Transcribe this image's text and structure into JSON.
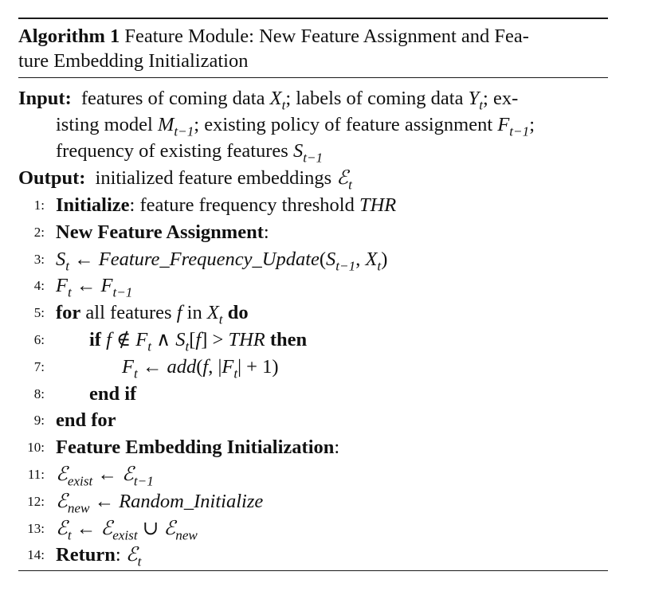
{
  "algorithm": {
    "label": "Algorithm 1",
    "title_line1": "Feature Module: New Feature Assignment and Fea-",
    "title_line2": "ture Embedding Initialization"
  },
  "input": {
    "label": "Input:",
    "line1": "features of coming data X_t; labels of coming data Y_t; ex-",
    "line2": "isting model M_{t−1}; existing policy of feature assignment F_{t−1};",
    "line3": "frequency of existing features S_{t−1}"
  },
  "output": {
    "label": "Output:",
    "text": "initialized feature embeddings ℰ_t"
  },
  "steps": [
    {
      "num": "1:",
      "text": "Initialize: feature frequency threshold THR"
    },
    {
      "num": "2:",
      "text": "New Feature Assignment:"
    },
    {
      "num": "3:",
      "text": "S_t ← Feature_Frequency_Update(S_{t−1}, X_t)"
    },
    {
      "num": "4:",
      "text": "F_t ← F_{t−1}"
    },
    {
      "num": "5:",
      "text": "for all features f in X_t do"
    },
    {
      "num": "6:",
      "text": "if f ∉ F_t ∧ S_t[f] > THR then"
    },
    {
      "num": "7:",
      "text": "F_t ← add(f, |F_t| + 1)"
    },
    {
      "num": "8:",
      "text": "end if"
    },
    {
      "num": "9:",
      "text": "end for"
    },
    {
      "num": "10:",
      "text": "Feature Embedding Initialization:"
    },
    {
      "num": "11:",
      "text": "ℰ_exist ← ℰ_{t−1}"
    },
    {
      "num": "12:",
      "text": "ℰ_new ← Random_Initialize"
    },
    {
      "num": "13:",
      "text": "ℰ_t ← ℰ_exist ∪ ℰ_new"
    },
    {
      "num": "14:",
      "text": "Return: ℰ_t"
    }
  ]
}
